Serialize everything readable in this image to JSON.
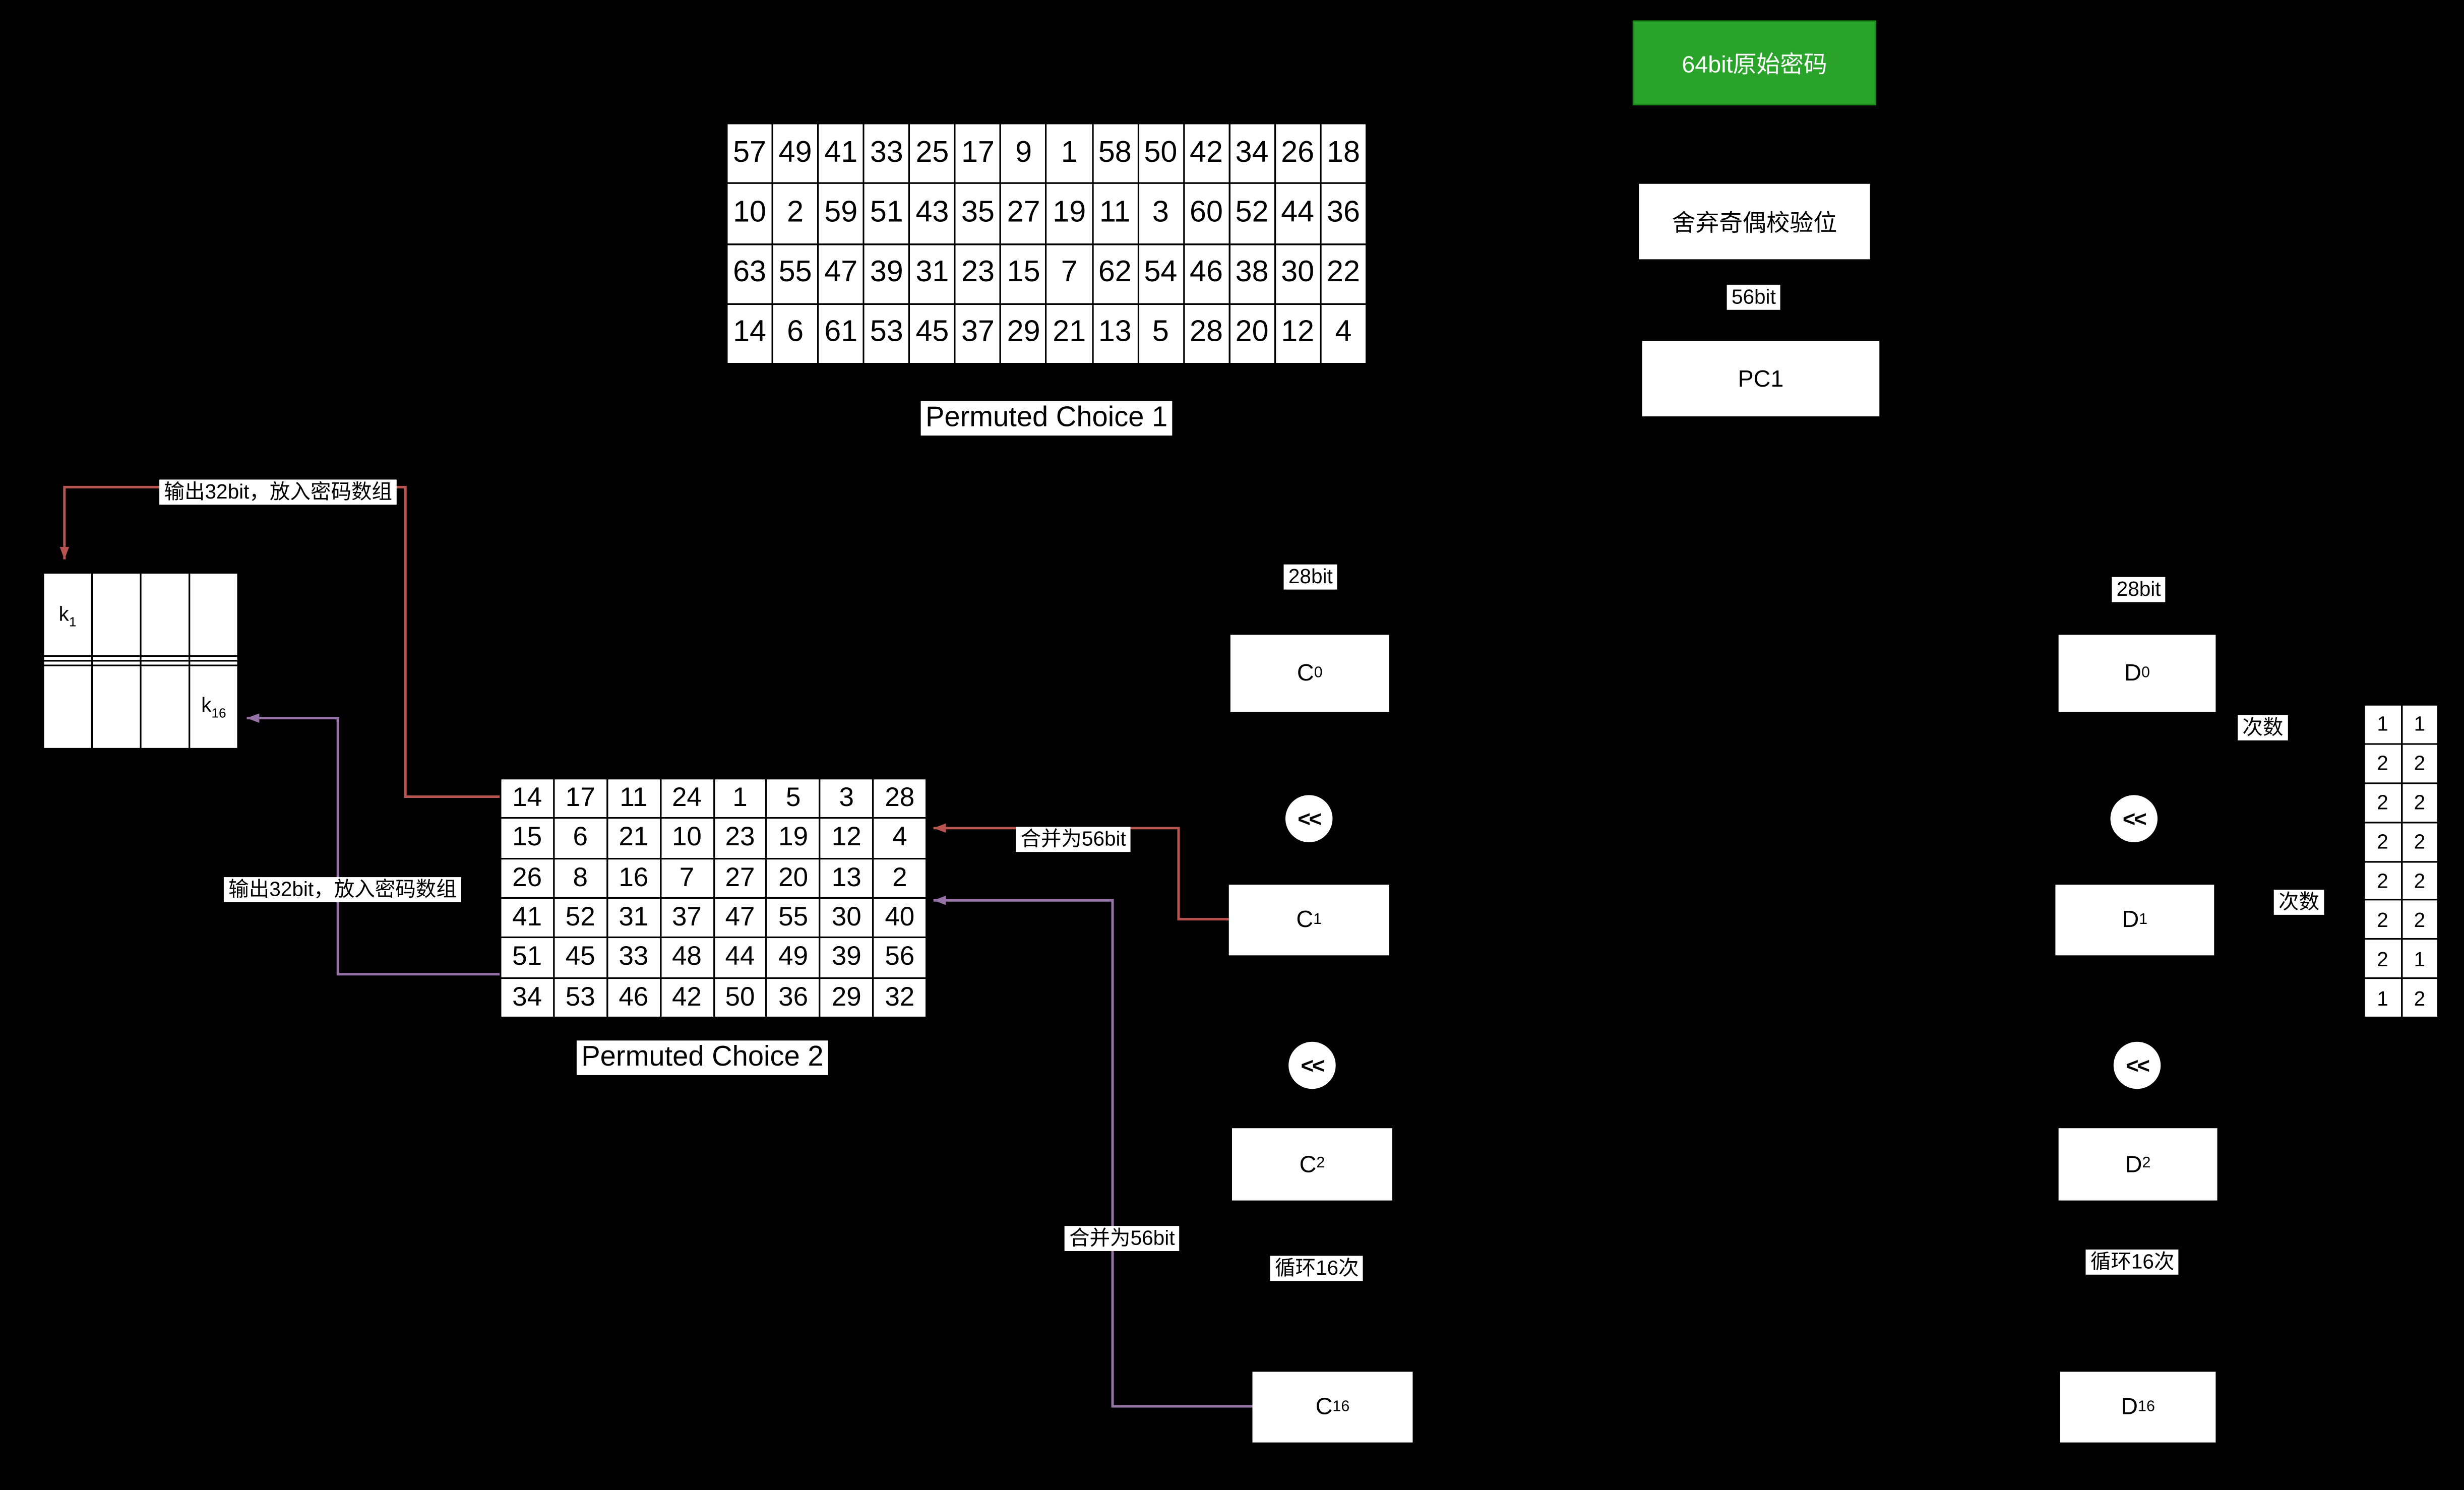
{
  "colors": {
    "background": "#000000",
    "node_fill": "#ffffff",
    "node_text": "#000000",
    "grid_line": "#000000",
    "green_fill": "#29a329",
    "green_border": "#1d8a1d",
    "green_text": "#ffffff",
    "red_arrow": "#b85450",
    "purple_arrow": "#9673a6",
    "label_bg": "#ffffff",
    "label_text": "#000000"
  },
  "pc1_table": {
    "title": "Permuted Choice 1",
    "rows": [
      [
        57,
        49,
        41,
        33,
        25,
        17,
        9,
        1,
        58,
        50,
        42,
        34,
        26,
        18
      ],
      [
        10,
        2,
        59,
        51,
        43,
        35,
        27,
        19,
        11,
        3,
        60,
        52,
        44,
        36
      ],
      [
        63,
        55,
        47,
        39,
        31,
        23,
        15,
        7,
        62,
        54,
        46,
        38,
        30,
        22
      ],
      [
        14,
        6,
        61,
        53,
        45,
        37,
        29,
        21,
        13,
        5,
        28,
        20,
        12,
        4
      ]
    ]
  },
  "pc2_table": {
    "title": "Permuted Choice 2",
    "rows": [
      [
        14,
        17,
        11,
        24,
        1,
        5,
        3,
        28
      ],
      [
        15,
        6,
        21,
        10,
        23,
        19,
        12,
        4
      ],
      [
        26,
        8,
        16,
        7,
        27,
        20,
        13,
        2
      ],
      [
        41,
        52,
        31,
        37,
        47,
        55,
        30,
        40
      ],
      [
        51,
        45,
        33,
        48,
        44,
        49,
        39,
        56
      ],
      [
        34,
        53,
        46,
        42,
        50,
        36,
        29,
        32
      ]
    ]
  },
  "key_pipeline": {
    "source_label": "64bit原始密码",
    "discard_parity_label": "舍弃奇偶校验位",
    "bits56_label": "56bit",
    "pc1_label": "PC1"
  },
  "key_array_table": {
    "first_key": {
      "base": "k",
      "sub": "1"
    },
    "last_key": {
      "base": "k",
      "sub": "16"
    }
  },
  "edge_labels": {
    "output_32bit": "输出32bit，放入密码数组",
    "merge_56bit": "合并为56bit"
  },
  "c_chain": {
    "bits_label": "28bit",
    "shift_symbol": "<<",
    "loop_label": "循环16次",
    "registers": [
      {
        "base": "C",
        "sub": "0"
      },
      {
        "base": "C",
        "sub": "1"
      },
      {
        "base": "C",
        "sub": "2"
      },
      {
        "base": "C",
        "sub": "16"
      }
    ]
  },
  "d_chain": {
    "bits_label": "28bit",
    "shift_symbol": "<<",
    "loop_label": "循环16次",
    "registers": [
      {
        "base": "D",
        "sub": "0"
      },
      {
        "base": "D",
        "sub": "1"
      },
      {
        "base": "D",
        "sub": "2"
      },
      {
        "base": "D",
        "sub": "16"
      }
    ]
  },
  "shift_count_table": {
    "label": "次数",
    "rows": [
      [
        1,
        1
      ],
      [
        2,
        2
      ],
      [
        2,
        2
      ],
      [
        2,
        2
      ],
      [
        2,
        2
      ],
      [
        2,
        2
      ],
      [
        2,
        1
      ],
      [
        1,
        2
      ]
    ]
  }
}
